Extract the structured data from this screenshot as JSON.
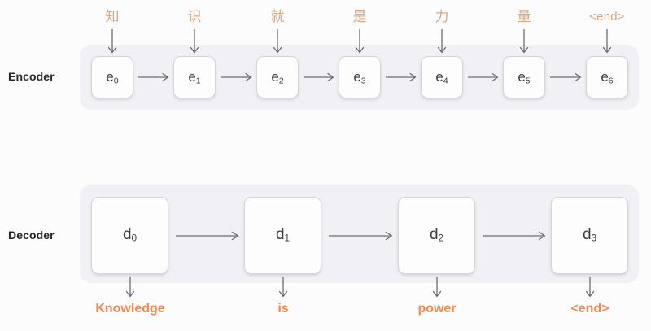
{
  "diagram": {
    "title": "Encoder-Decoder sequence diagram",
    "background_color": "#fcfcfd",
    "panel_color": "#f1f0f5",
    "input_token_color": "#d8a782",
    "output_token_color": "#f5894c",
    "cell_text_color": "#3c3c43"
  },
  "encoder": {
    "row_label": "Encoder",
    "input_tokens": [
      "知",
      "识",
      "就",
      "是",
      "力",
      "量",
      "<end>"
    ],
    "cells": [
      {
        "base": "e",
        "sub": "0"
      },
      {
        "base": "e",
        "sub": "1"
      },
      {
        "base": "e",
        "sub": "2"
      },
      {
        "base": "e",
        "sub": "3"
      },
      {
        "base": "e",
        "sub": "4"
      },
      {
        "base": "e",
        "sub": "5"
      },
      {
        "base": "e",
        "sub": "6"
      }
    ]
  },
  "decoder": {
    "row_label": "Decoder",
    "cells": [
      {
        "base": "d",
        "sub": "0"
      },
      {
        "base": "d",
        "sub": "1"
      },
      {
        "base": "d",
        "sub": "2"
      },
      {
        "base": "d",
        "sub": "3"
      }
    ],
    "output_tokens": [
      "Knowledge",
      "is",
      "power",
      "<end>"
    ]
  }
}
